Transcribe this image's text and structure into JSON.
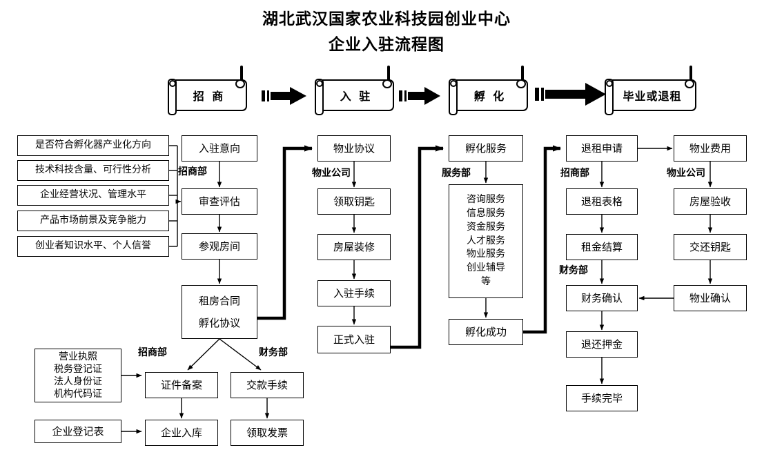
{
  "title": {
    "line1": "湖北武汉国家农业科技园创业中心",
    "line2": "企业入驻流程图"
  },
  "phases": [
    {
      "label": "招 商"
    },
    {
      "label": "入 驻"
    },
    {
      "label": "孵 化"
    },
    {
      "label": "毕业或退租"
    }
  ],
  "criteria": [
    {
      "label": "是否符合孵化器产业化方向"
    },
    {
      "label": "技术科技含量、可行性分析"
    },
    {
      "label": "企业经营状况、管理水平"
    },
    {
      "label": "产品市场前景及竞争能力"
    },
    {
      "label": "创业者知识水平、个人信誉"
    }
  ],
  "col_invest": {
    "dept": "招商部",
    "nodes": [
      {
        "label": "入驻意向"
      },
      {
        "label": "审查评估"
      },
      {
        "label": "参观房间"
      }
    ],
    "contract_line1": "租房合同",
    "contract_line2": "孵化协议"
  },
  "col_property": {
    "dept": "物业公司",
    "nodes": [
      {
        "label": "物业协议"
      },
      {
        "label": "领取钥匙"
      },
      {
        "label": "房屋装修"
      },
      {
        "label": "入驻手续"
      },
      {
        "label": "正式入驻"
      }
    ]
  },
  "col_service": {
    "dept": "服务部",
    "head": "孵化服务",
    "items": [
      "咨询服务",
      "信息服务",
      "资金服务",
      "人才服务",
      "物业服务",
      "创业辅导",
      "等"
    ],
    "tail": "孵化成功"
  },
  "col_exit": {
    "dept1": "招商部",
    "dept2": "财务部",
    "nodes": [
      {
        "label": "退租申请"
      },
      {
        "label": "退租表格"
      },
      {
        "label": "租金结算"
      },
      {
        "label": "财务确认"
      },
      {
        "label": "退还押金"
      },
      {
        "label": "手续完毕"
      }
    ]
  },
  "col_propexit": {
    "dept": "物业公司",
    "nodes": [
      {
        "label": "物业费用"
      },
      {
        "label": "房屋验收"
      },
      {
        "label": "交还钥匙"
      },
      {
        "label": "物业确认"
      }
    ]
  },
  "bottom": {
    "docs": [
      "营业执照",
      "税务登记证",
      "法人身份证",
      "机构代码证"
    ],
    "reg_form": "企业登记表",
    "dept_invest": "招商部",
    "dept_finance": "财务部",
    "nodes": [
      {
        "label": "证件备案"
      },
      {
        "label": "交款手续"
      },
      {
        "label": "企业入库"
      },
      {
        "label": "领取发票"
      }
    ]
  },
  "colors": {
    "stroke": "#000000",
    "background": "#ffffff"
  }
}
